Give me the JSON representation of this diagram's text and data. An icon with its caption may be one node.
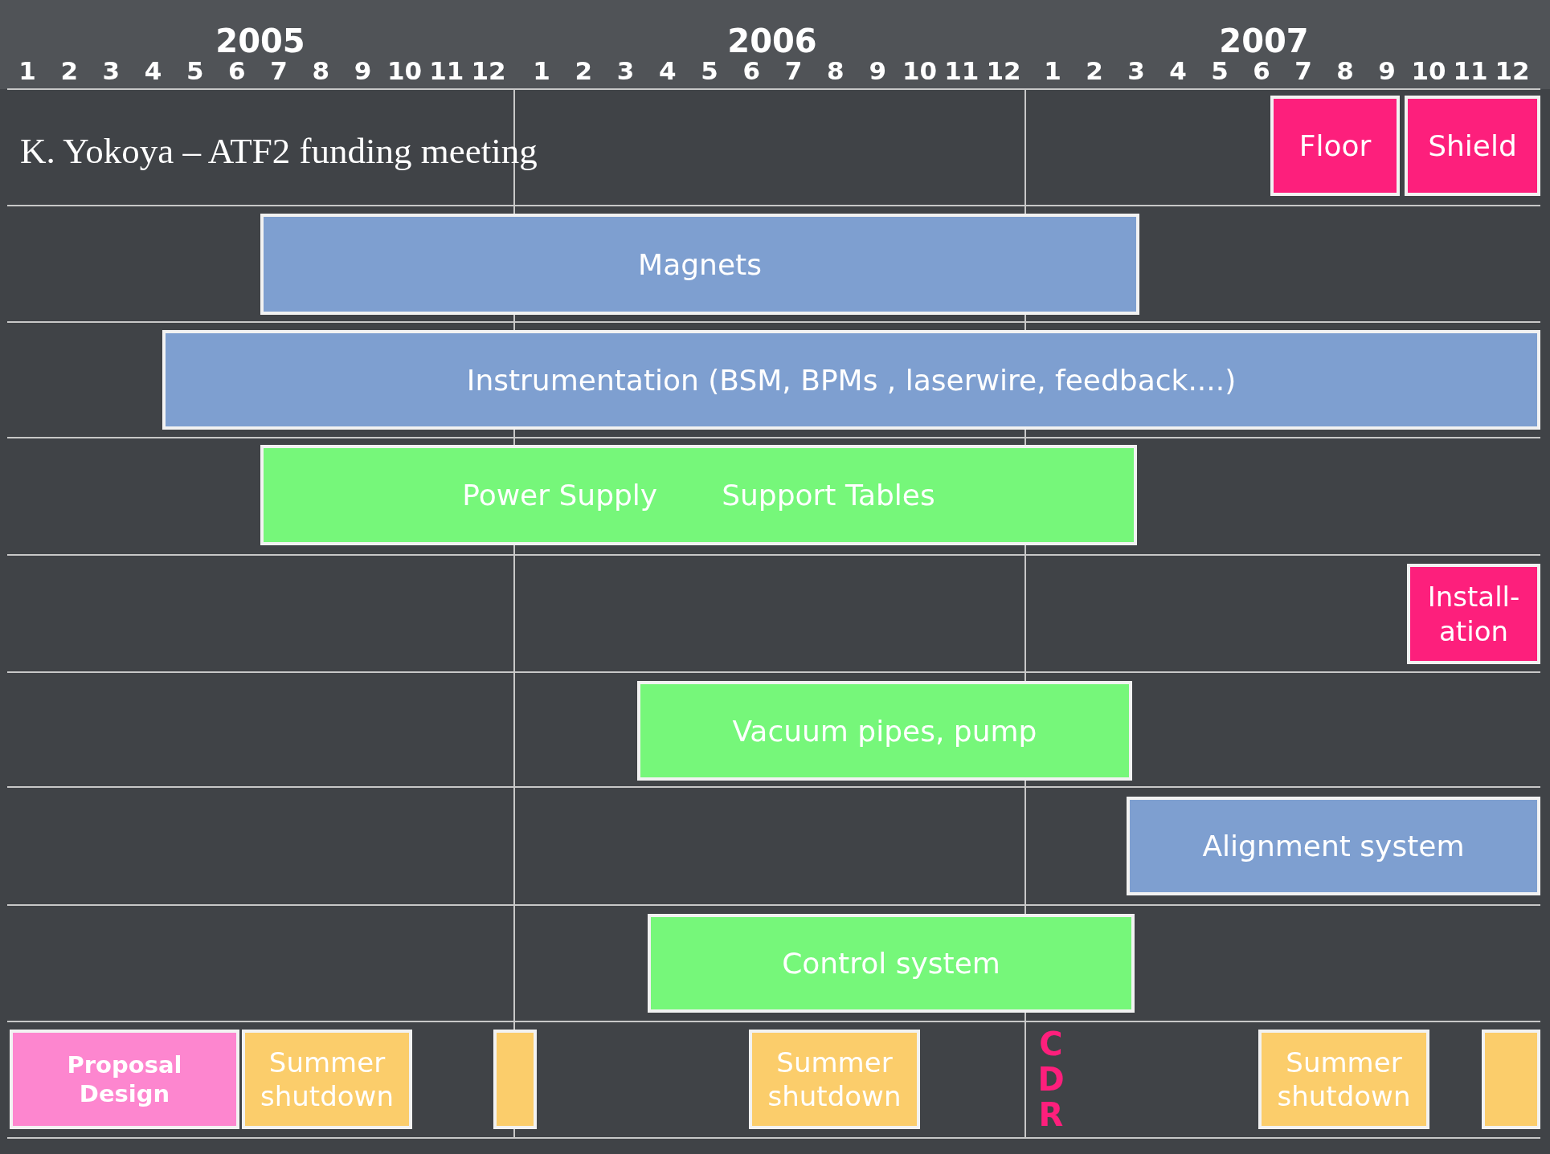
{
  "diagram": {
    "nodes": [
      {
        "text": [
          "Floor"
        ]
      },
      {
        "text": [
          "Shield"
        ]
      },
      {
        "text": [
          "Magnets"
        ]
      },
      {
        "text": [
          "Instrumentation (BSM, BPMs , laserwire, feedback....)"
        ]
      },
      {
        "text": [
          "Power Supply",
          "Support Tables"
        ]
      },
      {
        "text": [
          "Install- ation"
        ]
      },
      {
        "text": [
          "Vacuum pipes, pump"
        ]
      },
      {
        "text": [
          "Alignment system"
        ]
      },
      {
        "text": [
          "Control system"
        ]
      },
      {
        "text": [
          "Proposal Design"
        ]
      },
      {
        "text": [
          "Summer shutdown"
        ]
      },
      {
        "text": [],
        "shape": "bar"
      },
      {
        "text": [
          "Summer shutdown"
        ]
      },
      {
        "text": [
          "Summer shutdown"
        ]
      },
      {
        "text": [],
        "shape": "bar"
      }
    ],
    "labels": [
      "2005",
      "2006",
      "2007",
      "1",
      "2",
      "3",
      "4",
      "5",
      "6",
      "7",
      "8",
      "9",
      "10",
      "11",
      "12",
      "1",
      "2",
      "3",
      "4",
      "5",
      "6",
      "7",
      "8",
      "9",
      "10",
      "11",
      "12",
      "1",
      "2",
      "3",
      "4",
      "5",
      "6",
      "7",
      "8",
      "9",
      "10",
      "11",
      "12",
      "K. Yokoya – ATF2 funding meeting",
      "CDR"
    ]
  }
}
